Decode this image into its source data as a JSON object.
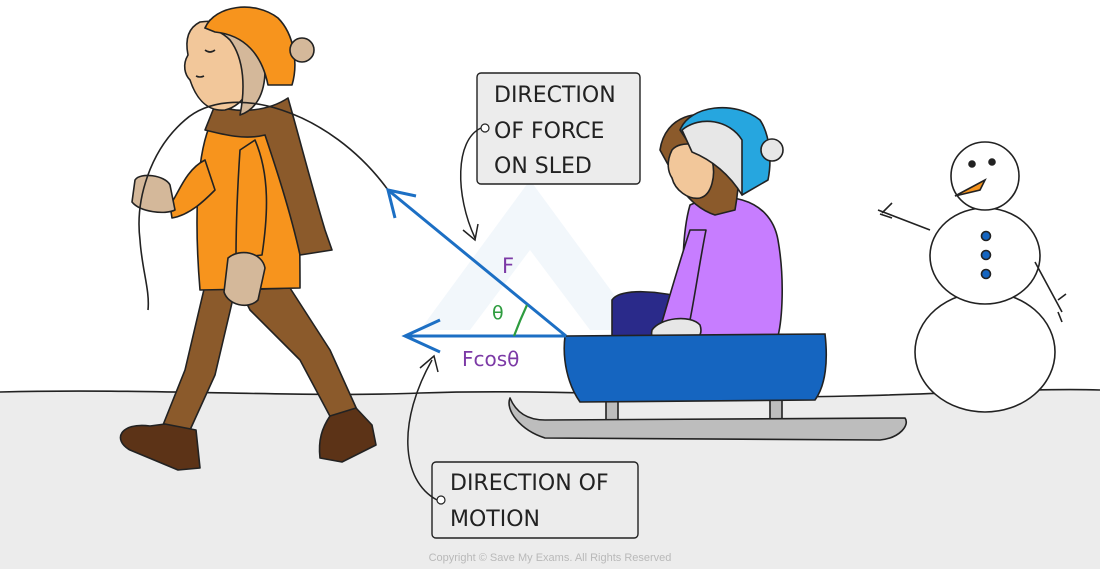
{
  "labels": {
    "force_box": [
      "DIRECTION",
      "OF FORCE",
      "ON SLED"
    ],
    "motion_box": [
      "DIRECTION OF",
      "MOTION"
    ],
    "force_symbol": "F",
    "angle_symbol": "θ",
    "component": "Fcosθ"
  },
  "copyright": "Copyright © Save My Exams. All Rights Reserved",
  "colors": {
    "arrow": "#1c6fc4",
    "force_label": "#7c3aa6",
    "angle": "#2e9c3f",
    "sled": "#1565c0",
    "coat": "#f7941d",
    "scarf": "#8b5a2b",
    "hat_girl": "#26a6df",
    "coat_girl": "#c77dff",
    "ground": "#ececec"
  }
}
